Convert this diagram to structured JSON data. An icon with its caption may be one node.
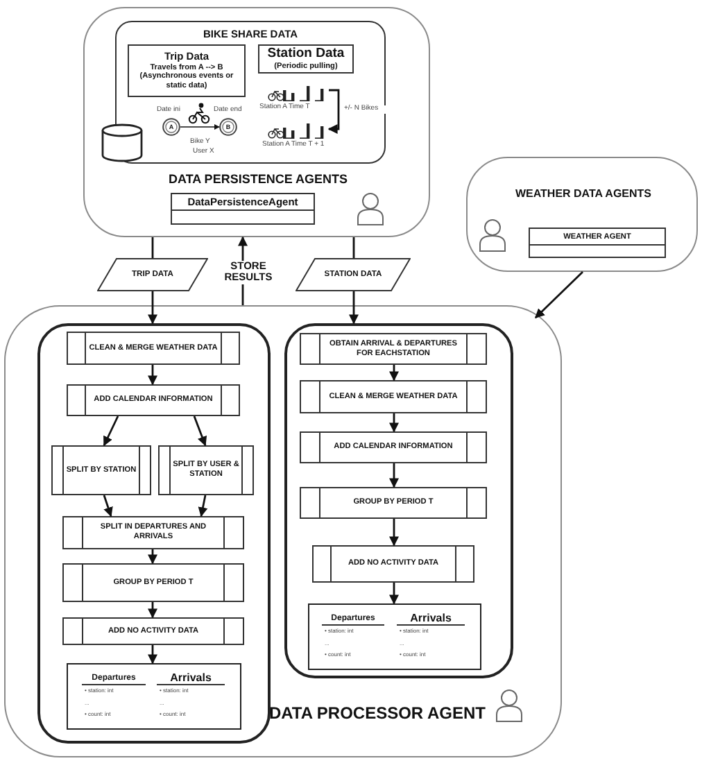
{
  "diagram": {
    "nodes": [
      {
        "text": [
          "DATA PERSISTENCE AGENTS"
        ]
      },
      {
        "text": [
          "BIKE SHARE DATA"
        ],
        "in": 0
      },
      {
        "text": [
          "Trip Data",
          "Travels from A --> B (Asynchronous events or static data)"
        ],
        "in": 1
      },
      {
        "text": [
          "Station Data",
          "(Periodic pulling)"
        ],
        "in": 1
      },
      {
        "text": [
          "A"
        ],
        "beside": [
          "Date ini"
        ],
        "in": 1
      },
      {
        "text": [
          "B"
        ],
        "beside": [
          "Date end"
        ],
        "in": 1
      },
      {
        "text": [],
        "shape": "bar",
        "beside": [
          "Station A Time T"
        ],
        "in": 1
      },
      {
        "text": [],
        "shape": "bar",
        "beside": [
          "Station A Time T + 1"
        ],
        "in": 1
      },
      {
        "text": [
          "DataPersistenceAgent"
        ],
        "in": 0
      },
      {
        "text": [
          "WEATHER DATA AGENTS"
        ]
      },
      {
        "text": [
          "WEATHER AGENT"
        ],
        "in": 9
      },
      {
        "text": [
          "TRIP DATA"
        ]
      },
      {
        "text": [
          "STATION DATA"
        ]
      },
      {
        "text": [
          "DATA PROCESSOR AGENT"
        ]
      },
      {
        "text": [],
        "shape": "box",
        "in": 13
      },
      {
        "text": [
          "CLEAN  & MERGE WEATHER DATA"
        ],
        "in": 14
      },
      {
        "text": [
          "ADD CALENDAR INFORMATION"
        ],
        "in": 14
      },
      {
        "text": [
          "SPLIT BY STATION"
        ],
        "in": 14
      },
      {
        "text": [
          "SPLIT BY USER & STATION"
        ],
        "in": 14
      },
      {
        "text": [
          "SPLIT IN DEPARTURES AND ARRIVALS"
        ],
        "in": 14
      },
      {
        "text": [
          "GROUP BY PERIOD T"
        ],
        "in": 14
      },
      {
        "text": [
          "ADD NO ACTIVITY DATA"
        ],
        "in": 14
      },
      {
        "text": [],
        "shape": "box",
        "in": 14
      },
      {
        "text": [
          "Departures",
          "• station: int",
          "...",
          "• count: int"
        ],
        "in": 22
      },
      {
        "text": [
          "Arrivals",
          "• station: int",
          "...",
          "• count: int"
        ],
        "in": 22
      },
      {
        "text": [],
        "shape": "box",
        "in": 13
      },
      {
        "text": [
          "OBTAIN ARRIVAL & DEPARTURES FOR EACHSTATION"
        ],
        "in": 25
      },
      {
        "text": [
          "CLEAN  & MERGE WEATHER DATA"
        ],
        "in": 25
      },
      {
        "text": [
          "ADD CALENDAR INFORMATION"
        ],
        "in": 25
      },
      {
        "text": [
          "GROUP BY PERIOD T"
        ],
        "in": 25
      },
      {
        "text": [
          "ADD NO ACTIVITY DATA"
        ],
        "in": 25
      },
      {
        "text": [],
        "shape": "box",
        "in": 25
      },
      {
        "text": [
          "Departures",
          "• station: int",
          "...",
          "• count: int"
        ],
        "in": 31
      },
      {
        "text": [
          "Arrivals",
          "• station: int",
          "...",
          "• count: int"
        ],
        "in": 31
      }
    ],
    "edges": [
      {
        "from": 0,
        "to": 11,
        "arrow": "none"
      },
      {
        "from": 11,
        "to": 14,
        "arrow": "to"
      },
      {
        "from": 0,
        "to": 12,
        "arrow": "none"
      },
      {
        "from": 12,
        "to": 25,
        "arrow": "to"
      },
      {
        "from": 13,
        "to": 0,
        "arrow": "to",
        "label": "STORE RESULTS"
      },
      {
        "from": 9,
        "to": 13,
        "arrow": "to"
      },
      {
        "from": 4,
        "to": 5,
        "arrow": "to"
      },
      {
        "from": 6,
        "to": 7,
        "arrow": "to",
        "label": "+/- N Bikes"
      },
      {
        "from": 15,
        "to": 16,
        "arrow": "to"
      },
      {
        "from": 16,
        "to": 17,
        "arrow": "to"
      },
      {
        "from": 16,
        "to": 18,
        "arrow": "to"
      },
      {
        "from": 17,
        "to": 19,
        "arrow": "to"
      },
      {
        "from": 18,
        "to": 19,
        "arrow": "to"
      },
      {
        "from": 19,
        "to": 20,
        "arrow": "to"
      },
      {
        "from": 20,
        "to": 21,
        "arrow": "to"
      },
      {
        "from": 21,
        "to": 22,
        "arrow": "to"
      },
      {
        "from": 26,
        "to": 27,
        "arrow": "to"
      },
      {
        "from": 27,
        "to": 28,
        "arrow": "to"
      },
      {
        "from": 28,
        "to": 29,
        "arrow": "to"
      },
      {
        "from": 29,
        "to": 30,
        "arrow": "to"
      },
      {
        "from": 30,
        "to": 31,
        "arrow": "to"
      }
    ],
    "labels": [
      "Bike Y",
      "User X"
    ]
  }
}
